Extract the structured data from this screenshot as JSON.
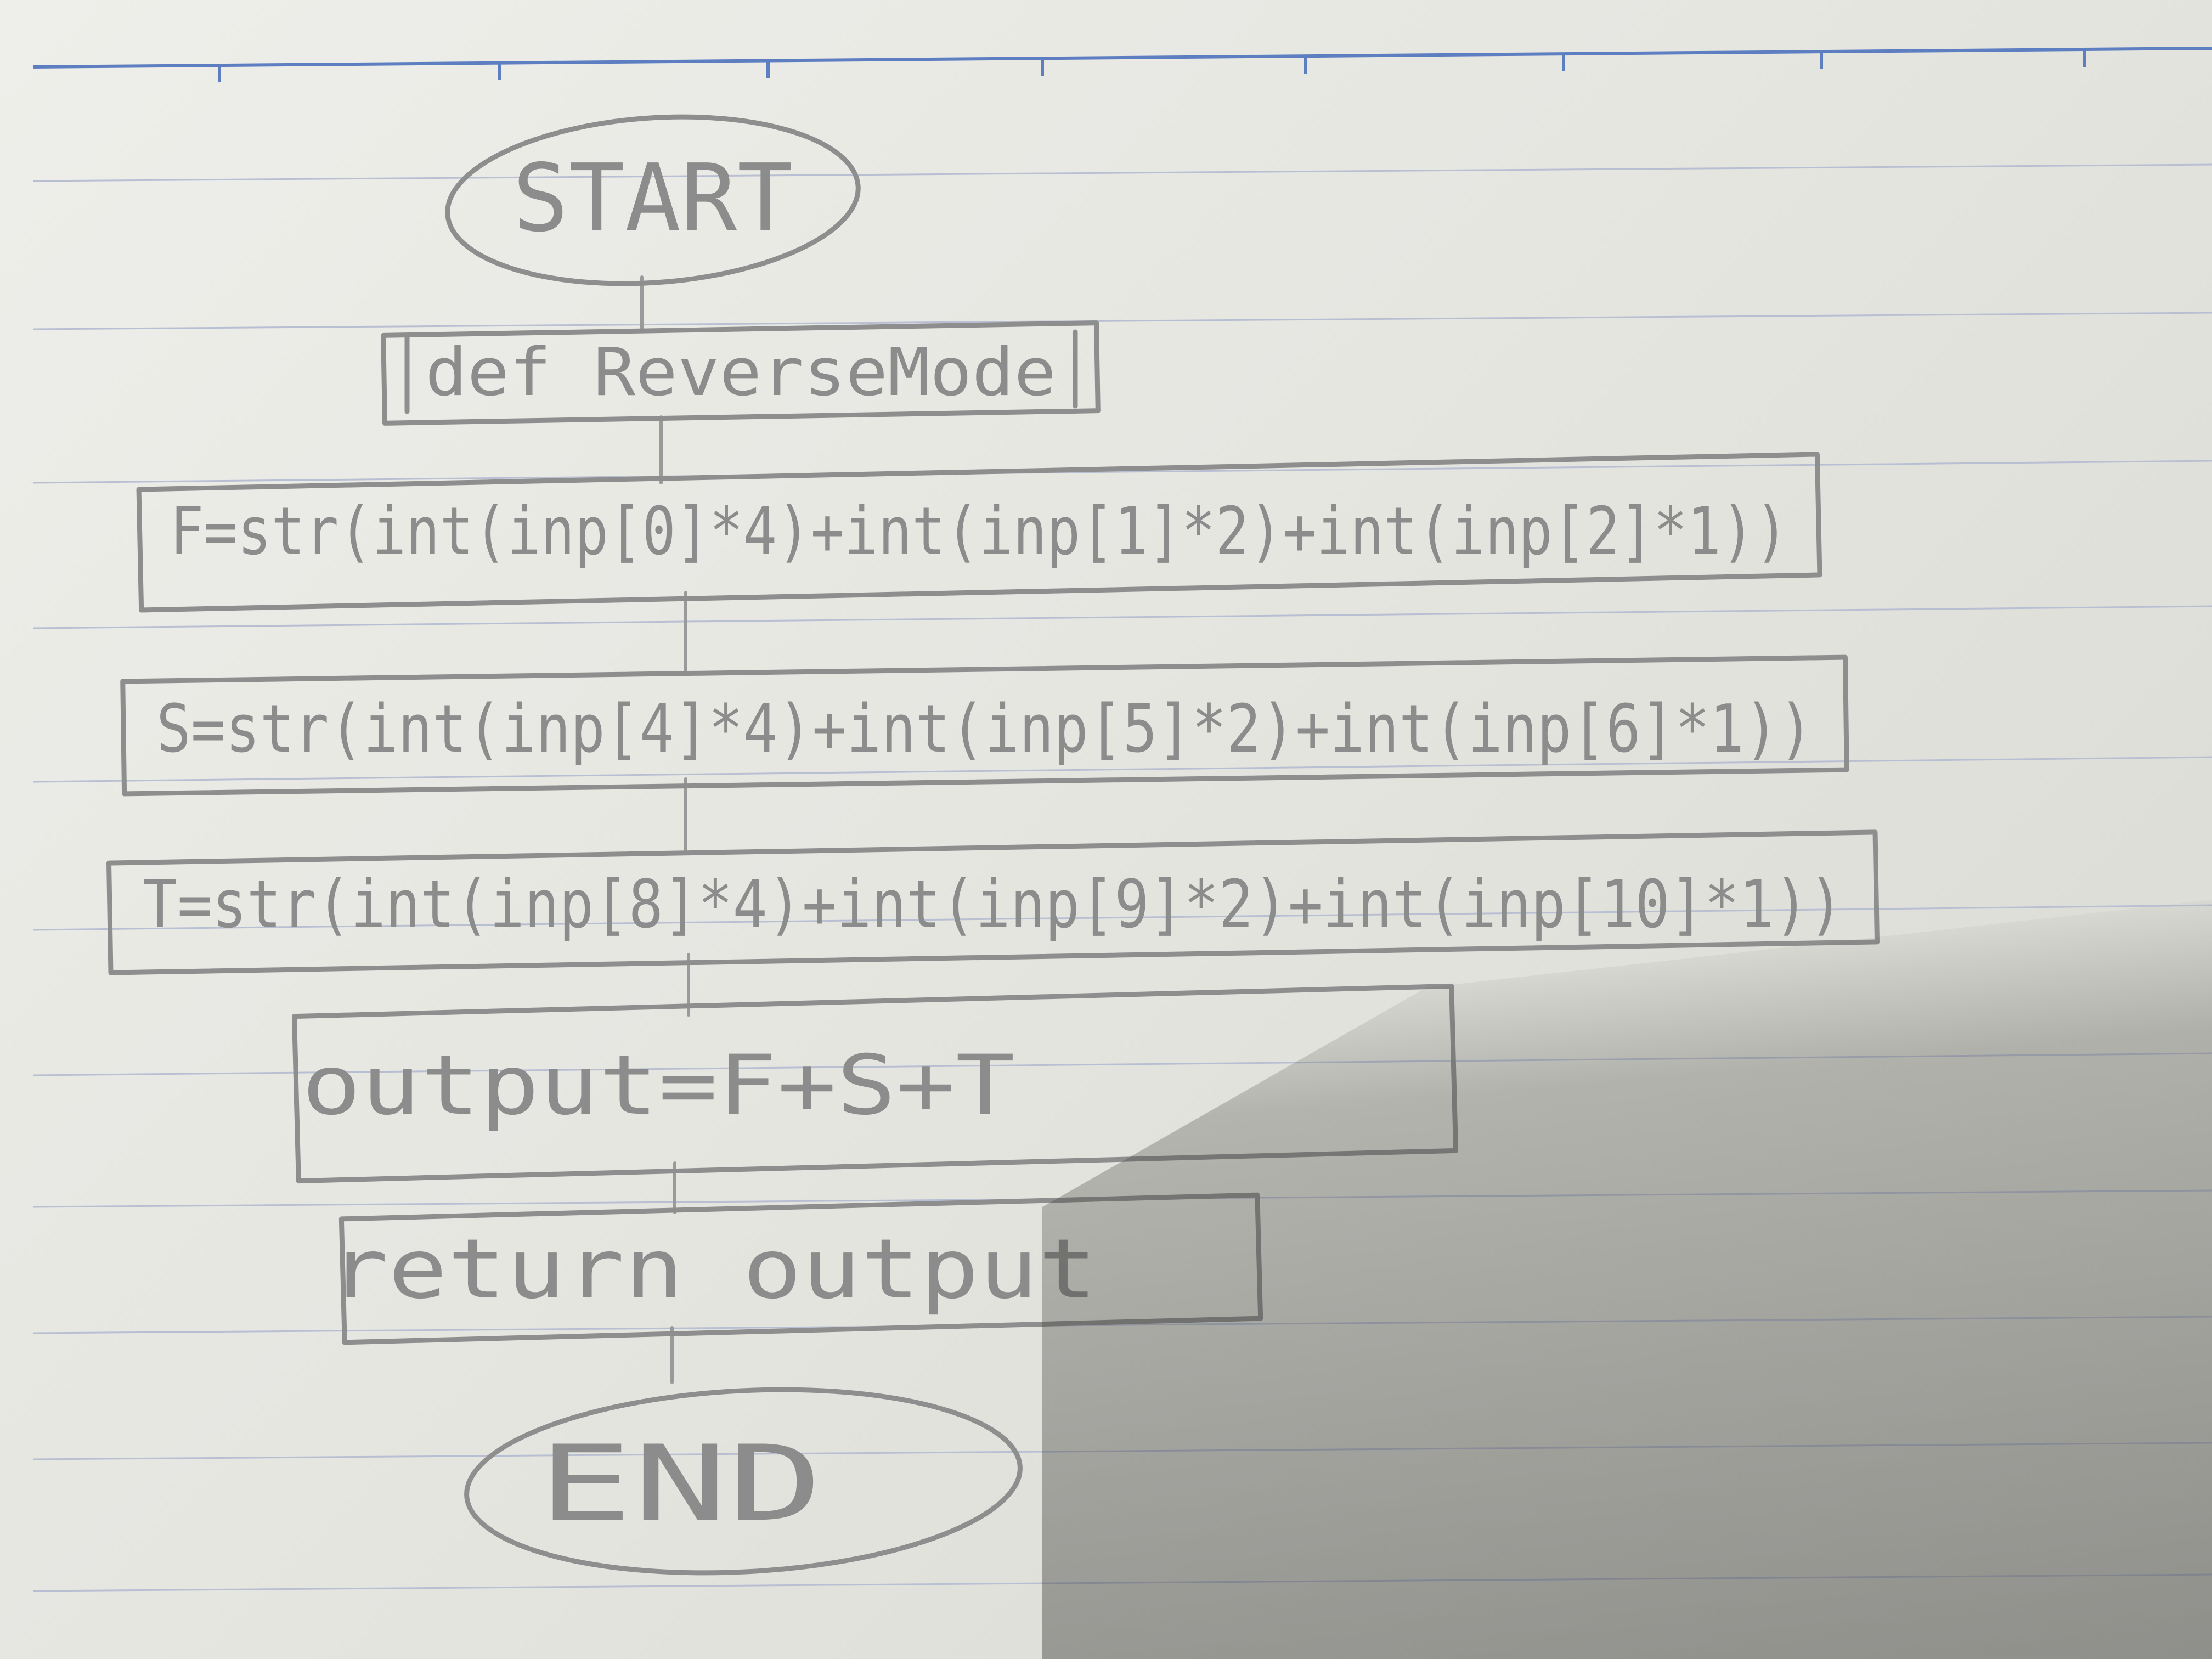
{
  "flowchart": {
    "start_label": "START",
    "def_label": "def ReverseMode",
    "step_f": "F=str(int(inp[0]*4)+int(inp[1]*2)+int(inp[2]*1))",
    "step_s": "S=str(int(inp[4]*4)+int(inp[5]*2)+int(inp[6]*1))",
    "step_t": "T=str(int(inp[8]*4)+int(inp[9]*2)+int(inp[10]*1))",
    "step_output": "output=F+S+T",
    "step_return": "return output",
    "end_label": "END"
  }
}
